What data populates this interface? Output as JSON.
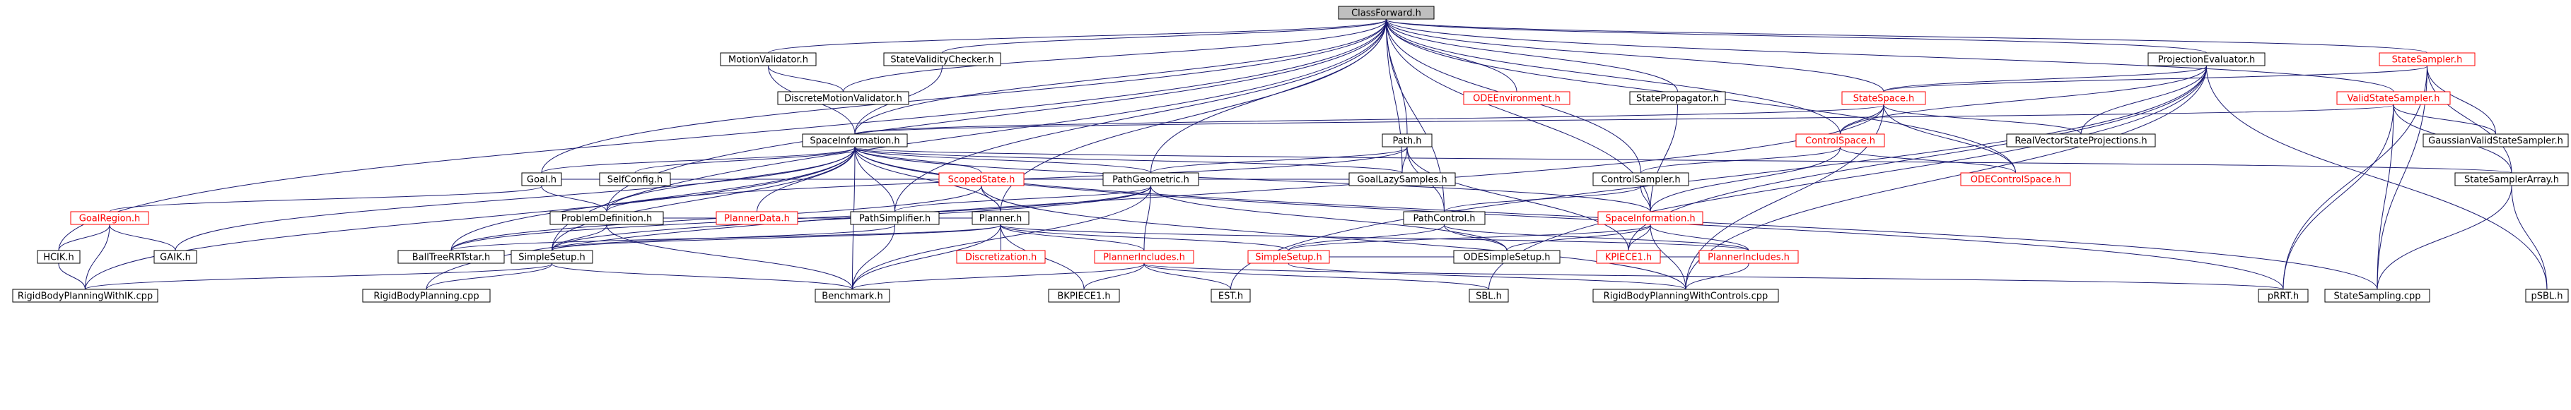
{
  "colors": {
    "edge": "#191970",
    "node_border": "#000000",
    "node_border_red": "#ff0000",
    "root_fill": "#bfbfbf",
    "node_fill": "#ffffff",
    "label_text": "#000000",
    "label_text_red": "#ff0000"
  },
  "nodes": {
    "ClassForward": "ClassForward.h",
    "MotionValidator": "MotionValidator.h",
    "StateValidityChecker": "StateValidityChecker.h",
    "ProjectionEvaluator": "ProjectionEvaluator.h",
    "StateSampler": "StateSampler.h",
    "DiscreteMotionValidator": "DiscreteMotionValidator.h",
    "ODEEnvironment": "ODEEnvironment.h",
    "StatePropagator": "StatePropagator.h",
    "StateSpace": "StateSpace.h",
    "ValidStateSampler": "ValidStateSampler.h",
    "SpaceInformation": "SpaceInformation.h",
    "Path": "Path.h",
    "ControlSpace": "ControlSpace.h",
    "RealVectorStateProjections": "RealVectorStateProjections.h",
    "GaussianValidStateSampler": "GaussianValidStateSampler.h",
    "Goal": "Goal.h",
    "SelfConfig": "SelfConfig.h",
    "ScopedState": "ScopedState.h",
    "PathGeometric": "PathGeometric.h",
    "GoalLazySamples": "GoalLazySamples.h",
    "ControlSampler": "ControlSampler.h",
    "ODEControlSpace": "ODEControlSpace.h",
    "StateSamplerArray": "StateSamplerArray.h",
    "GoalRegion": "GoalRegion.h",
    "ProblemDefinition": "ProblemDefinition.h",
    "PlannerData": "PlannerData.h",
    "PathSimplifier": "PathSimplifier.h",
    "Planner": "Planner.h",
    "PathControl": "PathControl.h",
    "SpaceInformationCtrl": "SpaceInformation.h",
    "HCIK": "HCIK.h",
    "GAIK": "GAIK.h",
    "BallTreeRRTstar": "BallTreeRRTstar.h",
    "SimpleSetup": "SimpleSetup.h",
    "Discretization": "Discretization.h",
    "PlannerIncludes": "PlannerIncludes.h",
    "SimpleSetupCtrl": "SimpleSetup.h",
    "ODESimpleSetup": "ODESimpleSetup.h",
    "KPIECE1": "KPIECE1.h",
    "PlannerIncludesCtrl": "PlannerIncludes.h",
    "RigidBodyPlanningWithIK": "RigidBodyPlanningWithIK.cpp",
    "RigidBodyPlanning": "RigidBodyPlanning.cpp",
    "Benchmark": "Benchmark.h",
    "BKPIECE1": "BKPIECE1.h",
    "EST": "EST.h",
    "SBL": "SBL.h",
    "RigidBodyPlanningWithControls": "RigidBodyPlanningWithControls.cpp",
    "pRRT": "pRRT.h",
    "StateSampling": "StateSampling.cpp",
    "pSBL": "pSBL.h"
  }
}
